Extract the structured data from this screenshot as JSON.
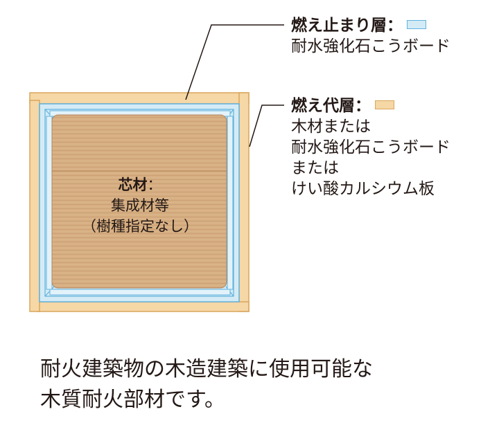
{
  "colors": {
    "fire_stop_fill": "#d4ebf6",
    "fire_stop_stroke": "#5fb2dd",
    "burn_margin_fill": "#f6d7a6",
    "burn_margin_stroke": "#d9a65c",
    "core_fill": "#d6ae82",
    "core_line": "#c79a6c",
    "leader": "#231815"
  },
  "legend": {
    "fire_stop": {
      "title": "燃え止まり層：",
      "swatch_icon": "light-blue-rectangle",
      "lines": [
        "耐水強化石こうボード"
      ]
    },
    "burn_margin": {
      "title": "燃え代層：",
      "swatch_icon": "light-orange-rectangle",
      "lines": [
        "木材または",
        "耐水強化石こうボード",
        "または",
        "けい酸カルシウム板"
      ]
    }
  },
  "core": {
    "title": "芯材",
    "title_suffix": "：",
    "lines": [
      "集成材等",
      "（樹種指定なし）"
    ]
  },
  "caption": {
    "lines": [
      "耐火建築物の木造建築に使用可能な",
      "木質耐火部材です。"
    ]
  }
}
